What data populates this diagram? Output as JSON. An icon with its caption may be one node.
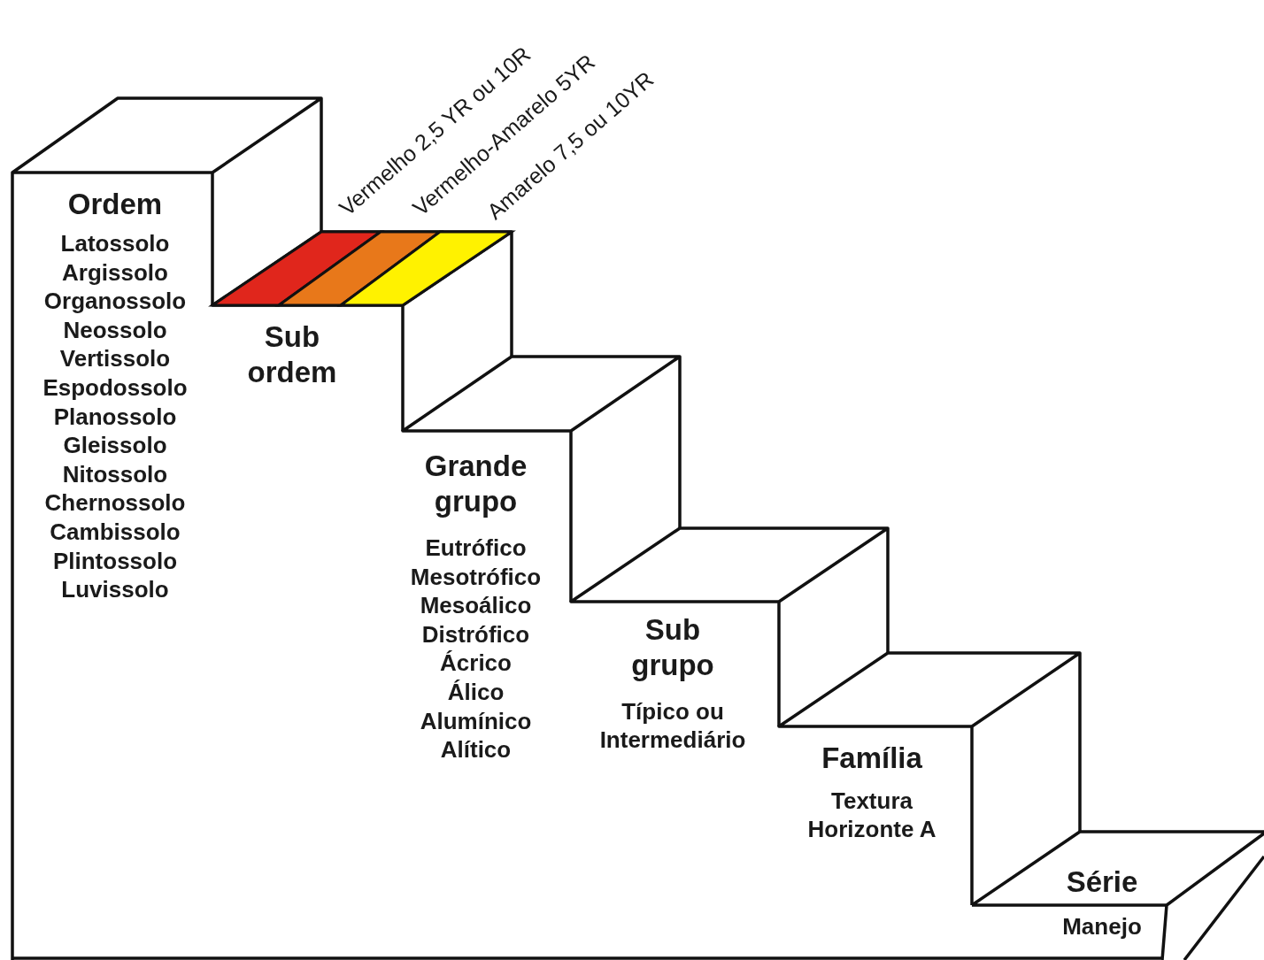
{
  "diagram": {
    "nodes": [
      {
        "text": [
          "Ordem",
          "Latossolo",
          "Argissolo",
          "Organossolo",
          "Neossolo",
          "Vertissolo",
          "Espodossolo",
          "Planossolo",
          "Gleissolo",
          "Nitossolo",
          "Chernossolo",
          "Cambissolo",
          "Plintossolo",
          "Luvissolo"
        ]
      },
      {
        "text": [
          "Sub ordem"
        ]
      },
      {
        "text": [
          "Grande grupo",
          "Eutrófico",
          "Mesotrófico",
          "Mesoálico",
          "Distrófico",
          "Ácrico",
          "Álico",
          "Alumínico",
          "Alítico"
        ]
      },
      {
        "text": [
          "Sub grupo",
          "Típico ou Intermediário"
        ]
      },
      {
        "text": [
          "Família",
          "Textura",
          "Horizonte A"
        ]
      },
      {
        "text": [
          "Série",
          "Manejo"
        ]
      }
    ],
    "legend": [
      {
        "text": "Vermelho 2,5 YR ou 10R",
        "color": "#e0261c"
      },
      {
        "text": "Vermelho-Amarelo 5YR",
        "color": "#e8781a"
      },
      {
        "text": "Amarelo 7,5 ou 10YR",
        "color": "#fff200"
      }
    ]
  }
}
